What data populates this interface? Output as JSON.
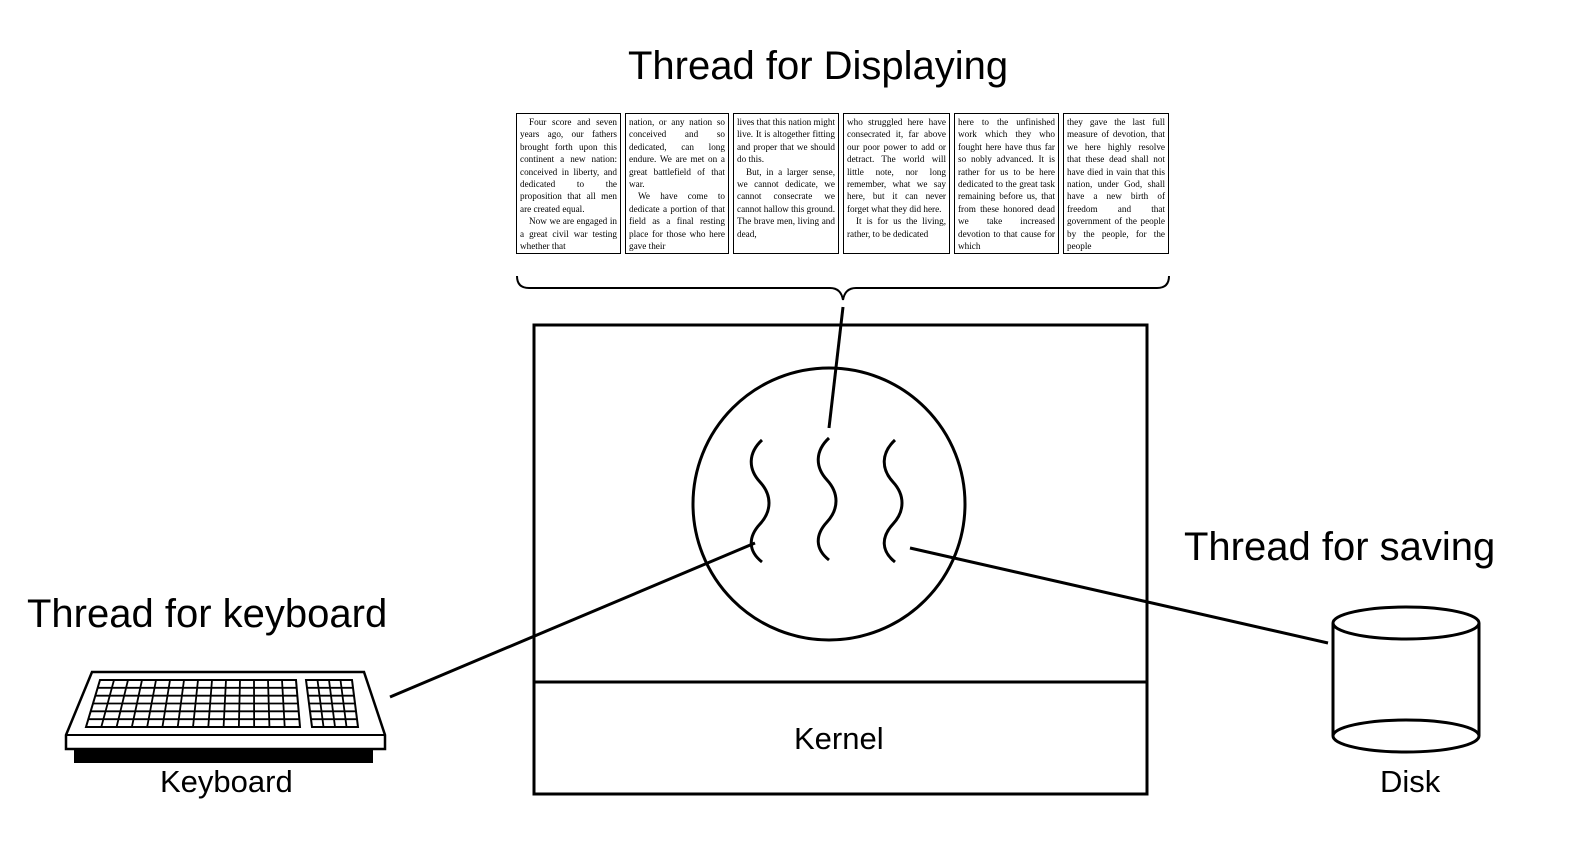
{
  "labels": {
    "thread_display": "Thread for Displaying",
    "thread_saving": "Thread for saving",
    "thread_keyboard": "Thread for keyboard",
    "keyboard": "Keyboard",
    "disk": "Disk",
    "kernel": "Kernel"
  },
  "pages": [
    {
      "paras": [
        {
          "indent": true,
          "text": "Four score and seven years ago, our fathers brought forth upon this continent a new nation: conceived in liberty, and dedicated to the proposition that all men are created equal."
        },
        {
          "indent": true,
          "text": "Now we are engaged in a great civil war testing whether that"
        }
      ]
    },
    {
      "paras": [
        {
          "indent": false,
          "text": "nation, or any nation so conceived and so dedicated, can long endure. We are met on a great battlefield of that war."
        },
        {
          "indent": true,
          "text": "We have come to dedicate a portion of that field as a final resting place for those who here gave their"
        }
      ]
    },
    {
      "paras": [
        {
          "indent": false,
          "text": "lives that this nation might live. It is altogether fitting and proper that we should do this."
        },
        {
          "indent": true,
          "text": "But, in a larger sense, we cannot dedicate, we cannot consecrate we cannot hallow this ground. The brave men, living and dead,"
        }
      ]
    },
    {
      "paras": [
        {
          "indent": false,
          "text": "who struggled here have consecrated it, far above our poor power to add or detract. The world will little note, nor long remember, what we say here, but it can never forget what they did here."
        },
        {
          "indent": true,
          "text": "It is for us the living, rather, to be dedicated"
        }
      ]
    },
    {
      "paras": [
        {
          "indent": false,
          "text": "here to the unfinished work which they who fought here have thus far so nobly advanced. It is rather for us to be here dedicated to the great task remaining before us, that from these honored dead we take increased devotion to that cause for which"
        }
      ]
    },
    {
      "paras": [
        {
          "indent": false,
          "text": "they gave the last full measure of devotion, that we here highly resolve that these dead shall not have died in vain that this nation, under God, shall have a new birth of freedom and that government of the people by the people, for the people"
        }
      ]
    }
  ]
}
